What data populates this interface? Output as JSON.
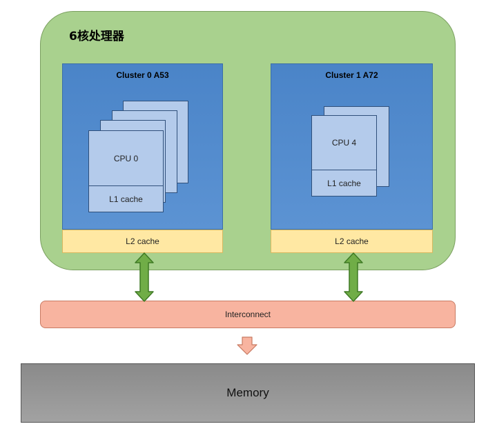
{
  "processor": {
    "title": "6核处理器"
  },
  "clusters": [
    {
      "title": "Cluster 0 A53",
      "cpu_label": "CPU 0",
      "l1_label": "L1 cache",
      "l2_label": "L2 cache"
    },
    {
      "title": "Cluster 1 A72",
      "cpu_label": "CPU 4",
      "l1_label": "L1 cache",
      "l2_label": "L2 cache"
    }
  ],
  "interconnect": {
    "label": "Interconnect"
  },
  "memory": {
    "label": "Memory"
  },
  "colors": {
    "processor_fill": "#a9d18e",
    "cluster_fill": "#5b9bd5",
    "cpu_fill": "#b4cbeb",
    "l2_fill": "#ffe8a3",
    "arrow_green": "#70ad47",
    "interconnect_fill": "#f8b4a0",
    "memory_fill": "#999999"
  }
}
